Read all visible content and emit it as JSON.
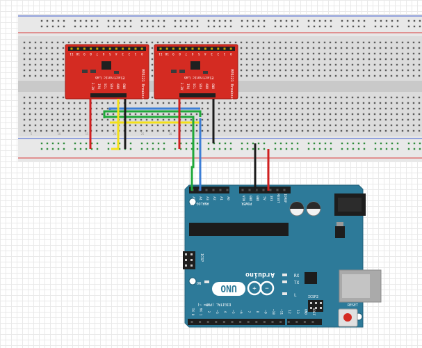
{
  "sensors": [
    {
      "brand": "Electronic Lab",
      "model": "MPR121 Breakout",
      "top_pins": [
        "11",
        "10",
        "9",
        "8",
        "7",
        "6",
        "5",
        "4",
        "3",
        "2",
        "1",
        "0"
      ],
      "bottom_pins": [
        "3.3V",
        "IRQ",
        "SCL",
        "SDA",
        "ADD",
        "GND"
      ]
    },
    {
      "brand": "Electronic Lab",
      "model": "MPR121 Breakout",
      "top_pins": [
        "11",
        "10",
        "9",
        "8",
        "7",
        "6",
        "5",
        "4",
        "3",
        "2",
        "1",
        "0"
      ],
      "bottom_pins": [
        "3.3V",
        "IRQ",
        "SCL",
        "SDA",
        "ADD",
        "GND"
      ]
    }
  ],
  "breadboard": {
    "column_numbers": [
      "5",
      "10",
      "15",
      "20",
      "25",
      "30"
    ]
  },
  "arduino": {
    "logo": "Arduino",
    "model": "UNO",
    "power_header": "POWER",
    "power_pins": [
      "VIN",
      "GND",
      "GND",
      "5V",
      "3V3",
      "RESET",
      "IOREF"
    ],
    "analog_header": "ANALOG IN",
    "analog_pins": [
      "A5",
      "A4",
      "A3",
      "A2",
      "A1",
      "A0"
    ],
    "digital_header": "DIGITAL (PWM= ~)",
    "digital_pins": [
      "TX 0",
      "RX 1",
      "2",
      "~3",
      "4",
      "~5",
      "~6",
      "7",
      "8",
      "~9",
      "~10",
      "~11",
      "12",
      "13",
      "GND",
      "AREF"
    ],
    "icsp_label": "ICSP",
    "icsp2_label": "ICSP2",
    "on_label": "ON",
    "rx_label": "RX",
    "tx_label": "TX",
    "l_label": "L",
    "reset_label": "RESET"
  },
  "colors": {
    "board_teal": "#2d7a99",
    "sensor_red": "#d42b22",
    "wire_red": "#d11f1f",
    "wire_black": "#1b1b1b",
    "wire_yellow": "#f3e01a",
    "wire_green": "#1fa83a",
    "wire_blue": "#3c7ed6"
  }
}
